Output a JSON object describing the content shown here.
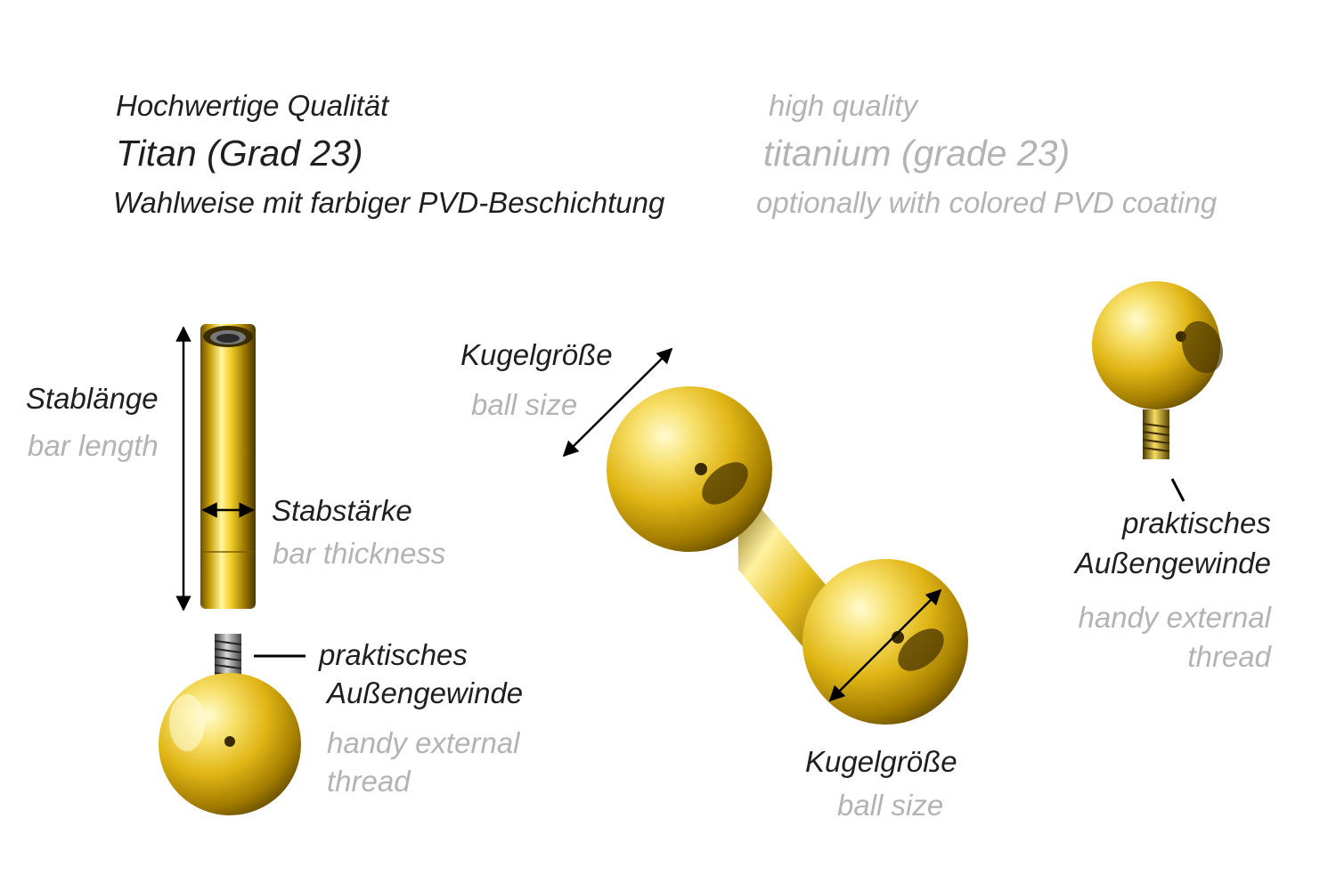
{
  "header": {
    "de_quality": "Hochwertige Qualität",
    "de_material": "Titan (Grad 23)",
    "de_coating": "Wahlweise mit farbiger PVD-Beschichtung",
    "en_quality": "high quality",
    "en_material": "titanium (grade 23)",
    "en_coating": "optionally with colored PVD coating"
  },
  "labels": {
    "bar_length_de": "Stablänge",
    "bar_length_en": "bar length",
    "bar_thickness_de": "Stabstärke",
    "bar_thickness_en": "bar thickness",
    "thread_left_de_1": "praktisches",
    "thread_left_de_2": "Außengewinde",
    "thread_left_en_1": "handy external",
    "thread_left_en_2": "thread",
    "ball_size_top_de": "Kugelgröße",
    "ball_size_top_en": "ball size",
    "ball_size_bottom_de": "Kugelgröße",
    "ball_size_bottom_en": "ball size",
    "thread_right_de_1": "praktisches",
    "thread_right_de_2": "Außengewinde",
    "thread_right_en_1": "handy external",
    "thread_right_en_2": "thread"
  },
  "colors": {
    "gold_light": "#fff7a8",
    "gold_mid": "#e8c21a",
    "gold_dark": "#5a4400",
    "text_dark": "#1f1f1f",
    "text_grey": "#b3b3b3"
  }
}
